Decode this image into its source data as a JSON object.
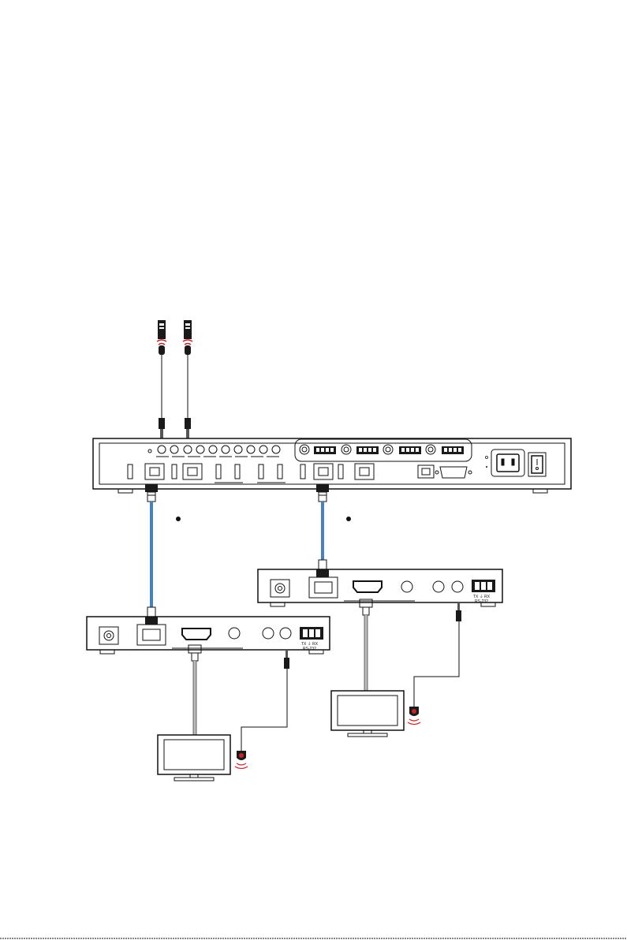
{
  "receivers": [
    {
      "rs232_label": "TX ⏚ RX",
      "rs232_sub": "RS-232"
    },
    {
      "rs232_label": "TX ⏚ RX",
      "rs232_sub": "RS-232"
    }
  ],
  "colors": {
    "line": "#111111",
    "cat_cable": "#4a7fc1",
    "ir_red": "#c8242a",
    "monitor_cable": "#bdbdbd"
  },
  "icons": [
    "ir-emitter-icon",
    "ir-receiver-icon",
    "monitor-icon",
    "rj45-plug-icon",
    "hdmi-plug-icon"
  ]
}
